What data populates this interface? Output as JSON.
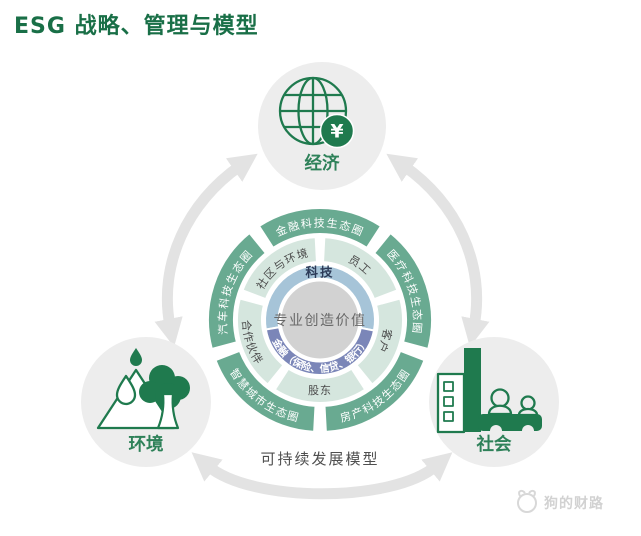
{
  "title": "ESG 战略、管理与模型",
  "nodes": {
    "economy": {
      "label": "经济",
      "icon": "globe-yuan-icon"
    },
    "environment": {
      "label": "环境",
      "icon": "mountain-tree-icon"
    },
    "society": {
      "label": "社会",
      "icon": "city-people-icon"
    }
  },
  "diagram": {
    "center": "专业创造价值",
    "inner_top": "科技",
    "inner_bottom": "金融（保险、信贷、银行）",
    "middle_ring": [
      "员工",
      "客户",
      "股东",
      "合作伙伴",
      "社区与环境"
    ],
    "outer_ring": [
      "金融科技生态圈",
      "医疗科技生态圈",
      "房产科技生态圈",
      "智慧城市生态圈",
      "汽车科技生态圈"
    ],
    "caption": "可持续发展模型"
  },
  "watermark": "狗的财路",
  "colors": {
    "title_green": "#196f47",
    "node_label_green": "#2e8159",
    "icon_green": "#1f7a4e",
    "outer_ring_teal": "#69aa91",
    "middle_ring_mint": "#d5e6de",
    "inner_ring_blue": "#a6c4d8",
    "inner_ring_purple": "#7b86b8",
    "center_gray": "#d2d2d2",
    "arrow_gray": "#e3e3e3",
    "node_circle_gray": "#ededed"
  }
}
